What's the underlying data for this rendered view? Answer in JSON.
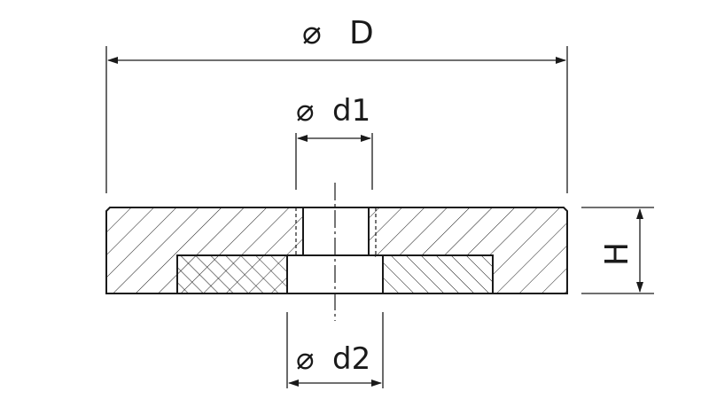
{
  "dimensions": {
    "outer_diameter": {
      "symbol": "⌀",
      "label": "D"
    },
    "through_hole": {
      "symbol": "⌀",
      "label": "d1"
    },
    "counterbore": {
      "symbol": "⌀",
      "label": "d2"
    },
    "height": {
      "label": "H"
    }
  },
  "colors": {
    "line": "#1a1a1a",
    "background": "#ffffff"
  }
}
